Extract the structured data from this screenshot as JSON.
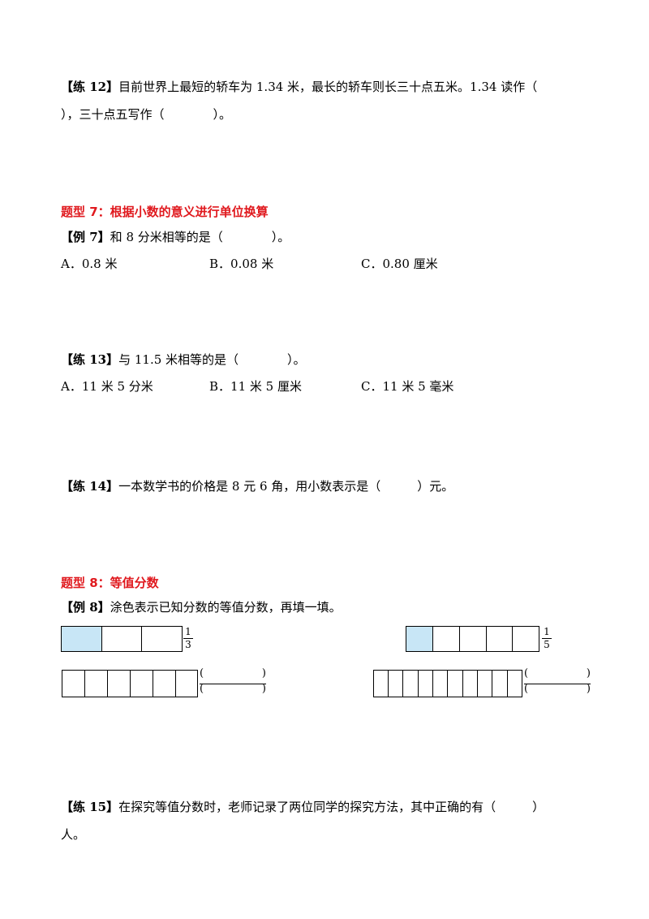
{
  "q12": {
    "tag": "【练 12】",
    "line1": "目前世界上最短的轿车为 1.34 米，最长的轿车则长三十点五米。1.34 读作（",
    "line2": "），三十点五写作（　　　　）。"
  },
  "type7": {
    "heading": "题型 7：根据小数的意义进行单位换算"
  },
  "ex7": {
    "tag": "【例 7】",
    "text": "和 8 分米相等的是（　　　　）。",
    "options": [
      "A．0.8 米",
      "B．0.08 米",
      "C．0.80 厘米"
    ]
  },
  "q13": {
    "tag": "【练 13】",
    "text": "与 11.5 米相等的是（　　　　）。",
    "options": [
      "A．11 米 5 分米",
      "B．11 米 5 厘米",
      "C．11 米 5 毫米"
    ]
  },
  "q14": {
    "tag": "【练 14】",
    "text": "一本数学书的价格是 8 元 6 角，用小数表示是（　　　）元。"
  },
  "type8": {
    "heading": "题型 8：等值分数"
  },
  "ex8": {
    "tag": "【例 8】",
    "text": "涂色表示已知分数的等值分数，再填一填。",
    "frac_left": {
      "num": "1",
      "den": "3"
    },
    "frac_right": {
      "num": "1",
      "den": "5"
    },
    "blank_open": "(",
    "blank_close": ")",
    "fill_color": "#c8e6f6"
  },
  "q15": {
    "tag": "【练 15】",
    "line1": "在探究等值分数时，老师记录了两位同学的探究方法，其中正确的有（　　　）",
    "line2": "人。"
  }
}
